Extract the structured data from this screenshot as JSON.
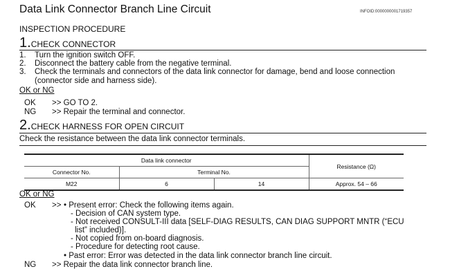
{
  "title": "Data Link Connector Branch Line Circuit",
  "info_id": "INFOID:0000000001719357",
  "procedure": "INSPECTION PROCEDURE",
  "step1": {
    "num": "1.",
    "title": "CHECK CONNECTOR",
    "items": [
      {
        "n": "1.",
        "t": "Turn the ignition switch OFF."
      },
      {
        "n": "2.",
        "t": "Disconnect the battery cable from the negative terminal."
      },
      {
        "n": "3.",
        "t": "Check the terminals and connectors of the data link connector for damage, bend and loose connection"
      }
    ],
    "item3_cont": "(connector side and harness side).",
    "okng": "OK or NG",
    "ok_label": "OK",
    "ok_text": ">> GO TO 2.",
    "ng_label": "NG",
    "ng_text": ">> Repair the terminal and connector."
  },
  "step2": {
    "num": "2.",
    "title": "CHECK HARNESS FOR OPEN CIRCUIT",
    "instruction": "Check the resistance between the data link connector terminals.",
    "table": {
      "group": "Data link connector",
      "resistance": "Resistance (Ω)",
      "connector_no": "Connector No.",
      "terminal_no": "Terminal No.",
      "row": [
        "M22",
        "6",
        "14",
        "Approx. 54 – 66"
      ]
    },
    "okng": "OK or NG",
    "ok_label": "OK",
    "ok_arrow": ">>",
    "ok_lines": [
      "• Present error: Check the following items again.",
      "- Decision of CAN system type.",
      "- Not received CONSULT-III data [SELF-DIAG RESULTS, CAN DIAG SUPPORT MNTR (“ECU",
      "list” included)].",
      "- Not copied from on-board diagnosis.",
      "- Procedure for detecting root cause.",
      "• Past error: Error was detected in the data link connector branch line circuit."
    ],
    "ng_label": "NG",
    "ng_text": ">> Repair the data link connector branch line."
  }
}
